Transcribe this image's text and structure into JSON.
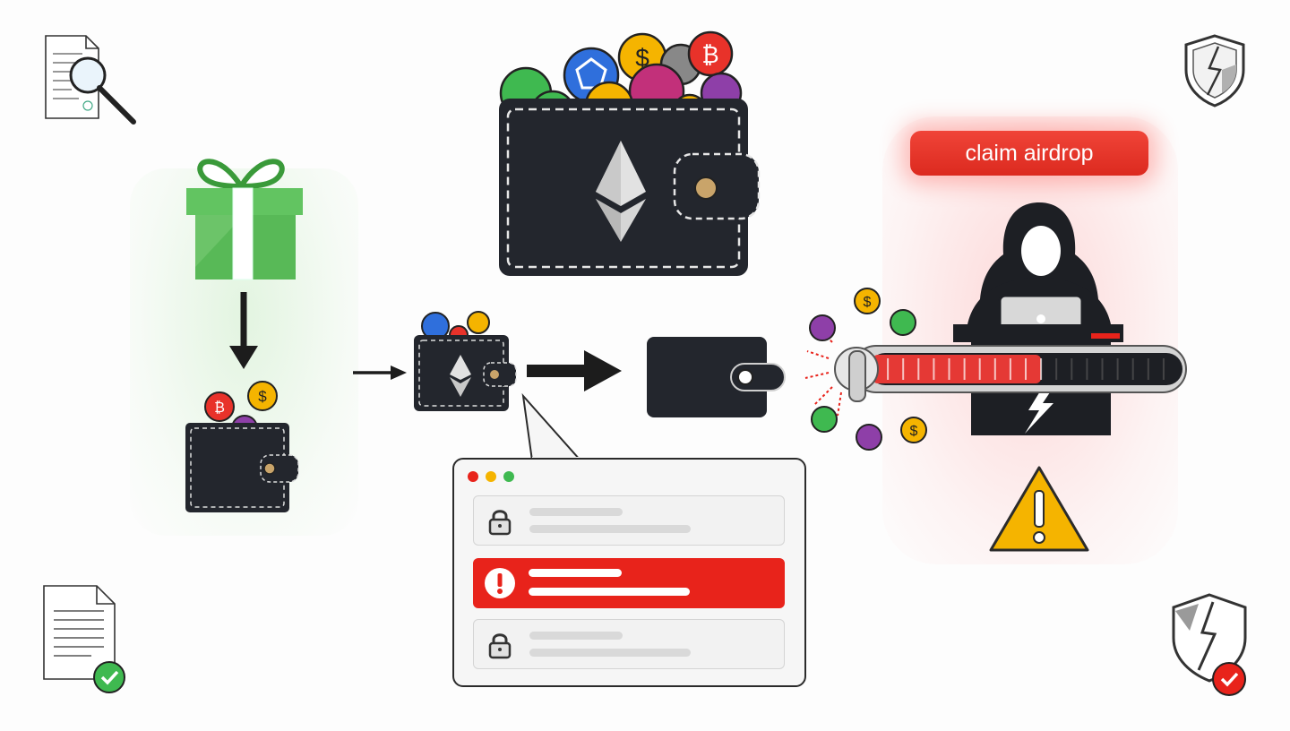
{
  "claim_button": {
    "label": "claim airdrop"
  },
  "colors": {
    "wallet": "#23262d",
    "gift": "#5cbf5a",
    "alert_red": "#e8231b",
    "warning": "#f5b400",
    "progress_red": "#e53935",
    "browser_dots": [
      "#e8231b",
      "#f5b400",
      "#3fb950"
    ]
  },
  "icons": [
    "audit-document-icon",
    "shield-broken-icon",
    "gift-icon",
    "wallet-icon",
    "ethereum-icon",
    "crypto-coin-icon",
    "hacker-icon",
    "laptop-icon",
    "warning-icon",
    "lock-icon",
    "alert-icon",
    "document-check-icon",
    "shield-broken-check-icon",
    "arrow-icon"
  ],
  "drain_progress": 0.55,
  "browser_rows": [
    {
      "state": "locked"
    },
    {
      "state": "alert"
    },
    {
      "state": "locked"
    }
  ]
}
